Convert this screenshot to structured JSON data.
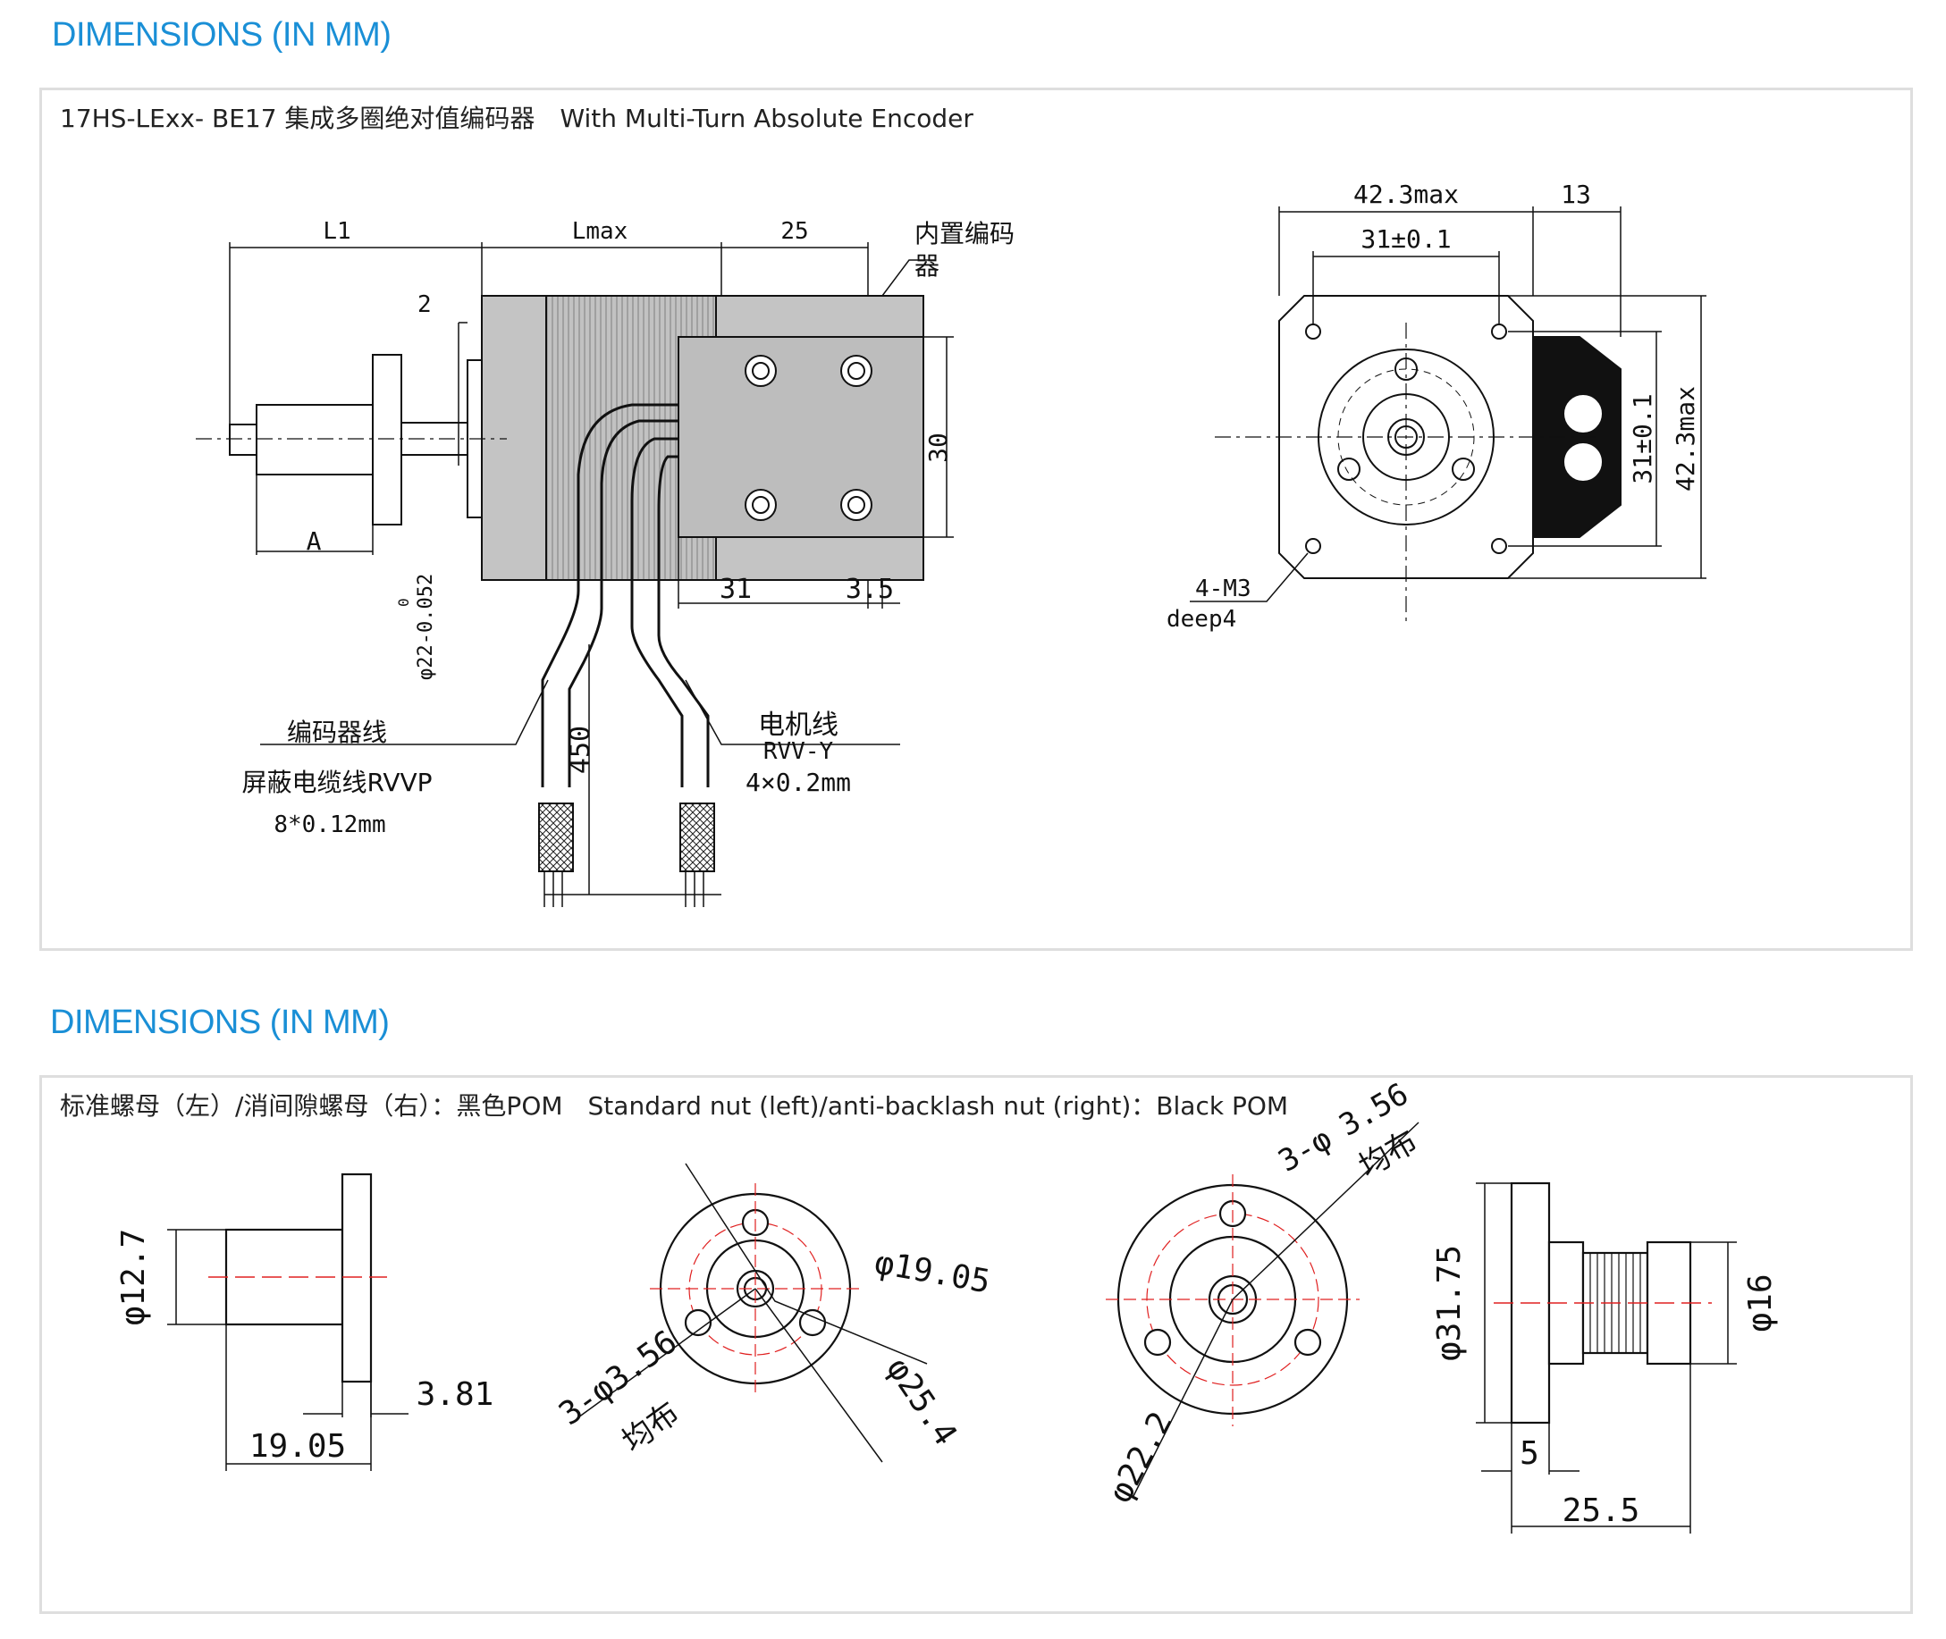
{
  "section1": {
    "heading": "DIMENSIONS (IN MM)",
    "caption_model": "17HS-LExx- BE17 集成多圈绝对值编码器",
    "caption_en": "With Multi-Turn Absolute Encoder",
    "labels": {
      "L1": "L1",
      "Lmax": "Lmax",
      "d25": "25",
      "encoder_cn_1": "内置编码",
      "encoder_cn_2": "器",
      "d2": "2",
      "d30": "30",
      "A": "A",
      "shaft_dia": "φ22-0.052",
      "shaft_tol_top": "0",
      "d31": "31",
      "d3_5": "3.5",
      "d450": "450",
      "enc_wire": "编码器线",
      "enc_cable": "屏蔽电缆线RVVP",
      "enc_spec": "8*0.12mm",
      "motor_wire": "电机线",
      "motor_cable": "RVV-Y",
      "motor_spec": "4×0.2mm",
      "w42": "42.3max",
      "w13": "13",
      "w31": "31±0.1",
      "v31": "31±0.1",
      "v42": "42.3max",
      "holes": "4-M3",
      "deep": "deep4"
    }
  },
  "section2": {
    "heading": "DIMENSIONS (IN MM)",
    "caption_cn": "标准螺母（左）/消间隙螺母（右）：黑色POM",
    "caption_en": "Standard nut (left)/anti-backlash nut (right)：Black POM",
    "labels": {
      "d12_7": "φ12.7",
      "d3_81": "3.81",
      "d19_05": "19.05",
      "holes1": "3-φ3.56",
      "even1": "均布",
      "dia19": "φ19.05",
      "dia25": "φ25.4",
      "holes2_a": "3-φ",
      "holes2_b": "3.56",
      "even2": "均布",
      "dia22": "φ22.2",
      "d31_75": "φ31.75",
      "d16": "φ16",
      "d5": "5",
      "d25_5": "25.5"
    }
  },
  "colors": {
    "heading": "#1a8fd6",
    "body_fill": "#c0c0c0",
    "line": "#111111",
    "center_red": "#e02020"
  }
}
